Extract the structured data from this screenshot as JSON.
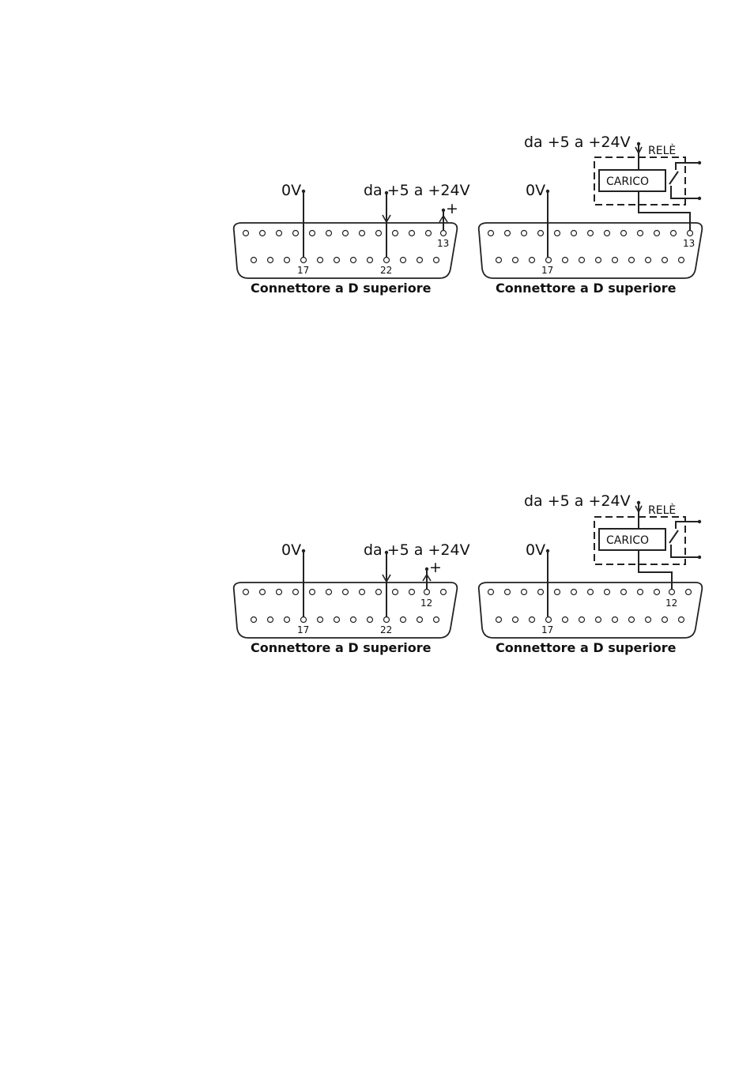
{
  "colors": {
    "line": "#222222",
    "background": "#ffffff"
  },
  "figures": [
    {
      "left": {
        "label_0v": "0V",
        "label_supply": "da +5 a +24V",
        "plus_sign": "+",
        "pin_output": "13",
        "pin_ground": "17",
        "pin_supply": "22",
        "caption": "Connettore a D superiore"
      },
      "right": {
        "label_supply": "da +5 a +24V",
        "label_relay": "RELÈ",
        "label_load": "CARICO",
        "label_0v": "0V",
        "pin_output": "13",
        "pin_ground": "17",
        "caption": "Connettore a D superiore"
      }
    },
    {
      "left": {
        "label_0v": "0V",
        "label_supply": "da +5 a +24V",
        "plus_sign": "+",
        "pin_output": "12",
        "pin_ground": "17",
        "pin_supply": "22",
        "caption": "Connettore a D superiore"
      },
      "right": {
        "label_supply": "da +5 a +24V",
        "label_relay": "RELÈ",
        "label_load": "CARICO",
        "label_0v": "0V",
        "pin_output": "12",
        "pin_ground": "17",
        "caption": "Connettore a D superiore"
      }
    }
  ]
}
